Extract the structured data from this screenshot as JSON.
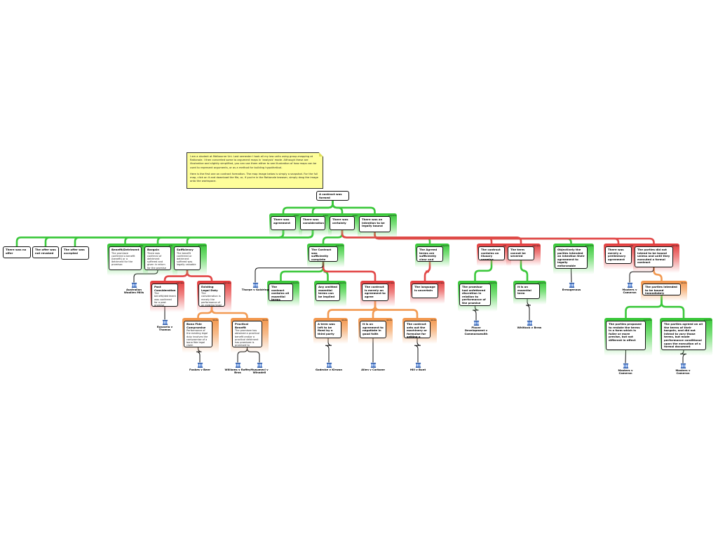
{
  "note": {
    "p1": "I am a student at Melbourne Uni. Last semester I took all my law units using group-mapping at Rationale. I then converted some to argument maps in 'analysis' mode. Although these are illustrative and slightly simplified, you can use them either to see illustration of how maps can be used to represent arguments, or as a method for building hypothetical.",
    "p2": "Here is the first one on contract formation. The map image below is simply a snapshot. For the full map, click on it and download the file, or, if you're in the Rationale browser, simply drag the image onto the workspace."
  },
  "colors": {
    "support": "#3cc83c",
    "oppose": "#e24848",
    "rebut": "#f29a52",
    "line": "#111111"
  },
  "tags": {
    "g": "supports",
    "r": "opposes",
    "o": "rebuts"
  },
  "nodes": {
    "root": {
      "t": "A contract was formed",
      "d": ""
    },
    "agree": {
      "t": "There was agreement",
      "d": ""
    },
    "consid": {
      "t": "There was consideration",
      "d": ""
    },
    "cert": {
      "t": "There was certainty",
      "d": ""
    },
    "intent": {
      "t": "There was an intention to be legally bound",
      "d": ""
    },
    "noOffer": {
      "t": "There was no offer",
      "d": ""
    },
    "revoked": {
      "t": "The offer was not revoked",
      "d": ""
    },
    "accepted": {
      "t": "The offer was accepted",
      "d": ""
    },
    "benefit": {
      "t": "Benefit/Detriment",
      "d": "The promisee conferred a benefit (benefit) or a detriment for the promisor."
    },
    "bargain": {
      "t": "Bargain",
      "d": "There was conferral of detriment suffered and given in return for the promise"
    },
    "suff": {
      "t": "Sufficiency",
      "d": "The benefit conferred or detriment suffered was legally valuable"
    },
    "past": {
      "t": "Past Consideration",
      "d": "The benefit/detriment was conferred for a past promise"
    },
    "exist": {
      "t": "Existing Legal Duty",
      "d": "The consideration is merely the performance of an existing legal duty"
    },
    "bona": {
      "t": "Bona Fide Compromise",
      "d": "Performance of the existing legal duty involves the compromise of a bona fide legal claim"
    },
    "pract": {
      "t": "Practical Benefit",
      "d": "The promisee has obtained a practical benefit and/or a practical detriment has promisee is promised to perform the existing legal duty"
    },
    "complete": {
      "t": "The Contract was sufficiently complete",
      "d": ""
    },
    "allTerms": {
      "t": "The contract contains all essential terms",
      "d": ""
    },
    "implied": {
      "t": "Any omitted essential terms can be implied",
      "d": ""
    },
    "agreeToAgree": {
      "t": "The contract is merely an agreement to agree",
      "d": ""
    },
    "thirdParty": {
      "t": "A term was left to be fixed by a third party",
      "d": ""
    },
    "goodFaith": {
      "t": "It is an agreement to negotiate in good faith",
      "d": ""
    },
    "machinery": {
      "t": "The contract sets out the machinery or formulae for setting a term",
      "d": ""
    },
    "clearTerms": {
      "t": "The Agreed terms are sufficiently clear and certain",
      "d": ""
    },
    "uncertain": {
      "t": "The language is uncertain",
      "d": ""
    },
    "illusory": {
      "t": "The contract contains an illusory promise",
      "d": ""
    },
    "severed": {
      "t": "The term cannot be severed",
      "d": ""
    },
    "unfettered": {
      "t": "The promisor had unfettered discretion in relation to performance of the promise",
      "d": ""
    },
    "essential": {
      "t": "It is an essential term",
      "d": ""
    },
    "objectively": {
      "t": "Objectively the parties intended an intention their agreement to legally enforceable",
      "d": ""
    },
    "prelim": {
      "t": "There was merely a preliminary agreement",
      "d": ""
    },
    "notBound": {
      "t": "The parties did not intend to be bound unless and until they executed a formal contract",
      "d": ""
    },
    "boundImm": {
      "t": "The parties intended to be bound immediately",
      "d": ""
    },
    "proposed": {
      "t": "The parties proposed to restate the terms in a form which is fuller or more precise, but not different in effect",
      "d": ""
    },
    "agreedAll": {
      "t": "The parties agreed on all the terms of their bargain, and did not intend to vary those terms, but made performance conditional upon the execution of a formal document",
      "d": ""
    }
  },
  "sources": {
    "aw": "Australian Woollen Mills",
    "rt": "Roscorla v Thomas",
    "fe": "Foakes v Beer",
    "wr": "Williams v Roffey Bros",
    "mw": "Musumeci v Winadell",
    "tg": "Thorpe v Goldring",
    "gk": "Godecke v Kirwan",
    "aa": "Allen v Carbone",
    "hb": "Hill v Bunt",
    "pc": "Placer Development v Commonwealth",
    "wb": "Whitlock v Brew",
    "em": "Ermogenous",
    "mc": "Masters v Cameron",
    "mc2": "Masters v Cameron",
    "mc3": "Masters v Cameron"
  }
}
